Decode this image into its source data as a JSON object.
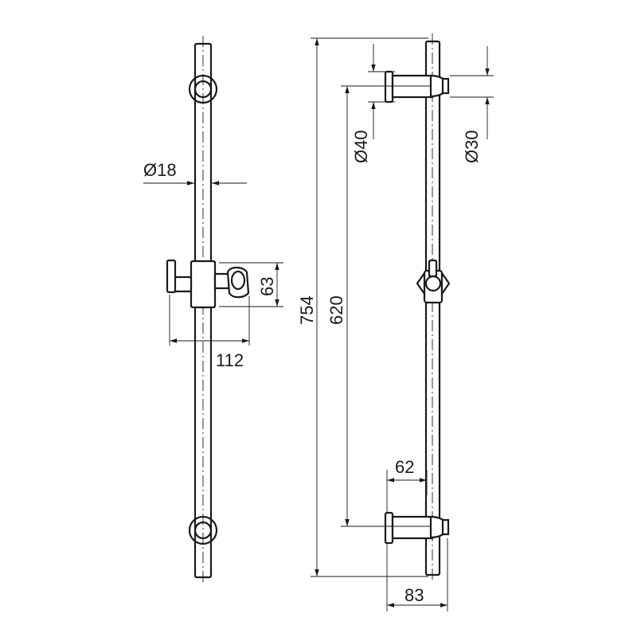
{
  "dimensions": {
    "rail_diameter": "Ø18",
    "holder_height": "63",
    "holder_depth": "112",
    "overall_length": "754",
    "bracket_spacing": "620",
    "bracket_diameter": "Ø40",
    "bracket_neck_diameter": "Ø30",
    "bracket_base": "62",
    "wall_offset": "83"
  }
}
